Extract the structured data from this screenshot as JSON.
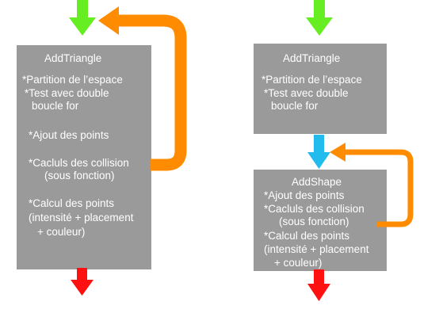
{
  "colors": {
    "box": "#9a9a9a",
    "text": "#ffffff",
    "arrow_in": "#66ee22",
    "arrow_out": "#ff1111",
    "arrow_loop": "#ff8c00",
    "arrow_link": "#22bbee",
    "background": "#ffffff"
  },
  "left_box": {
    "title": "AddTriangle",
    "lines": [
      "*Partition de l’espace",
      "*Test avec double",
      "boucle for",
      "*Ajout des points",
      "*Cacluls des collision",
      "(sous fonction)",
      "*Calcul des points",
      "(intensité + placement",
      "+ couleur)"
    ]
  },
  "right_top_box": {
    "title": "AddTriangle",
    "lines": [
      "*Partition de l’espace",
      "*Test avec double",
      "boucle for"
    ]
  },
  "right_bottom_box": {
    "title": "AddShape",
    "lines": [
      "*Ajout des points",
      "*Cacluls des collision",
      "(sous fonction)",
      "*Calcul des points",
      "(intensité + placement",
      "+ couleur)"
    ]
  }
}
